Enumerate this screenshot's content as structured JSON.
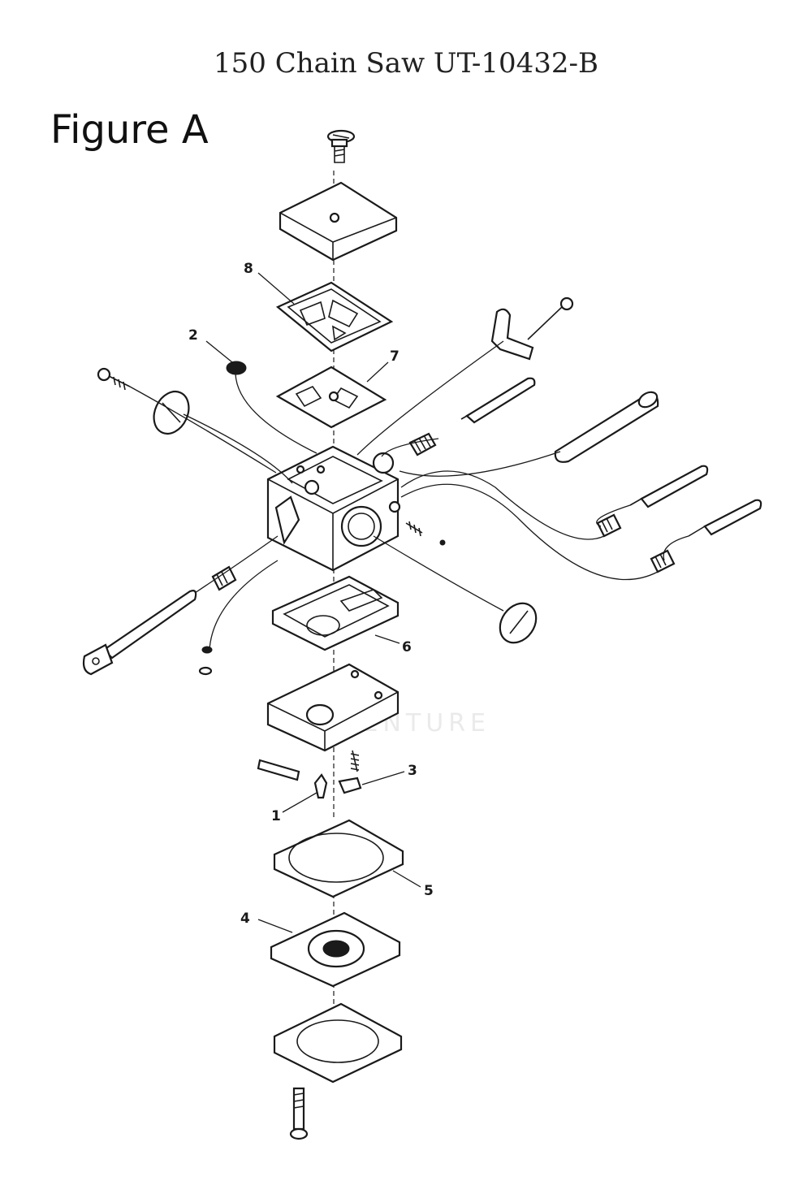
{
  "title": "150 Chain Saw UT-10432-B",
  "figure_label": "Figure A",
  "watermark": "VENTURE",
  "callouts": [
    "1",
    "2",
    "3",
    "4",
    "5",
    "6",
    "7",
    "8"
  ]
}
